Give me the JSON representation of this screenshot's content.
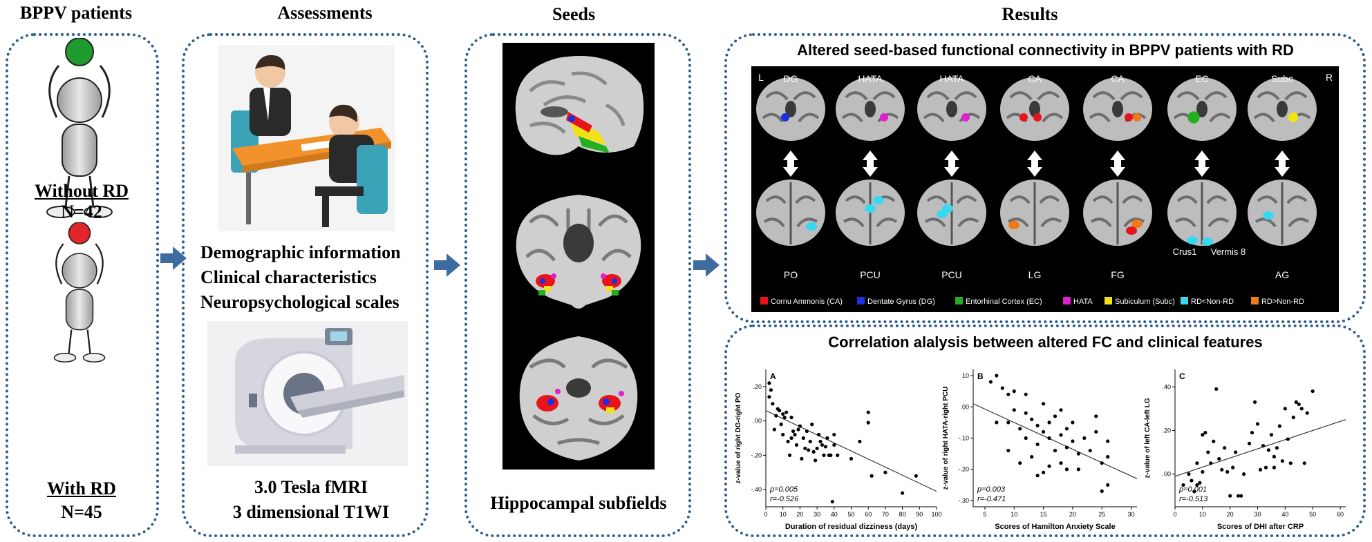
{
  "sections": {
    "bppv": "BPPV patients",
    "assessments": "Assessments",
    "seeds": "Seeds",
    "results": "Results"
  },
  "groups": {
    "without": {
      "label": "Without  RD",
      "n": "N=42",
      "head_color": "#1e9a2e"
    },
    "with": {
      "label": "With  RD",
      "n": "N=45",
      "head_color": "#e0262a"
    }
  },
  "assessments": {
    "lines": [
      "Demographic information",
      "Clinical characteristics",
      "Neuropsychological scales"
    ],
    "mri_lines": [
      "3.0 Tesla fMRI",
      "3 dimensional  T1WI"
    ]
  },
  "seeds": {
    "caption": "Hippocampal  subfields"
  },
  "results": {
    "fc_title": "Altered seed-based functional connectivity in BPPV patients with RD",
    "side_left": "L",
    "side_right": "R",
    "seed_labels": [
      "DG",
      "HATA",
      "HATA",
      "CA",
      "CA",
      "EC",
      "Subc"
    ],
    "target_labels": [
      "PO",
      "PCU",
      "PCU",
      "LG",
      "FG",
      "AG"
    ],
    "extra_labels": {
      "crus": "Crus1",
      "vermis": "Vermis 8"
    },
    "legend": [
      {
        "label": "Cornu Ammonis (CA)",
        "color": "#e8141c"
      },
      {
        "label": "Dentate Gyrus (DG)",
        "color": "#1a2fe0"
      },
      {
        "label": "Entorhinal Cortex (EC)",
        "color": "#22b020"
      },
      {
        "label": "HATA",
        "color": "#e020d0"
      },
      {
        "label": "Subiculum (Subc)",
        "color": "#f2e21a"
      },
      {
        "label": "RD<Non-RD",
        "color": "#38d8f0"
      },
      {
        "label": "RD>Non-RD",
        "color": "#f07a18"
      }
    ],
    "corr_title": "Correlation alalysis between altered FC and clinical  features"
  },
  "chart_data": [
    {
      "type": "scatter",
      "panel": "A",
      "xlabel": "Duration of residual dizziness (days)",
      "ylabel": "z-value of right DG-right PO",
      "xlim": [
        0,
        100
      ],
      "ylim": [
        -0.5,
        0.3
      ],
      "xticks": [
        "0",
        "10",
        "20",
        "30",
        "40",
        "50",
        "60",
        "70",
        "80",
        "90",
        "100"
      ],
      "yticks": [
        ".20",
        ".00",
        "-.20",
        "-.40"
      ],
      "stat_p": "p=0.005",
      "stat_r": "r=-0.526",
      "fit": [
        [
          0,
          0.06
        ],
        [
          100,
          -0.41
        ]
      ],
      "points": [
        [
          2,
          0.22
        ],
        [
          3,
          0.18
        ],
        [
          4,
          0.1
        ],
        [
          5,
          -0.05
        ],
        [
          6,
          0.03
        ],
        [
          7,
          0.07
        ],
        [
          8,
          0.06
        ],
        [
          9,
          -0.02
        ],
        [
          10,
          0.04
        ],
        [
          10,
          -0.08
        ],
        [
          11,
          0.02
        ],
        [
          12,
          0.05
        ],
        [
          13,
          -0.12
        ],
        [
          14,
          -0.2
        ],
        [
          15,
          -0.1
        ],
        [
          15,
          0.02
        ],
        [
          16,
          -0.06
        ],
        [
          17,
          -0.08
        ],
        [
          18,
          -0.14
        ],
        [
          19,
          -0.05
        ],
        [
          20,
          -0.03
        ],
        [
          21,
          -0.22
        ],
        [
          22,
          -0.1
        ],
        [
          23,
          -0.16
        ],
        [
          24,
          -0.06
        ],
        [
          25,
          -0.17
        ],
        [
          26,
          -0.12
        ],
        [
          27,
          -0.02
        ],
        [
          28,
          -0.18
        ],
        [
          29,
          -0.23
        ],
        [
          30,
          -0.16
        ],
        [
          31,
          -0.08
        ],
        [
          32,
          -0.12
        ],
        [
          33,
          -0.14
        ],
        [
          34,
          -0.2
        ],
        [
          35,
          -0.15
        ],
        [
          36,
          -0.1
        ],
        [
          37,
          -0.2
        ],
        [
          38,
          -0.2
        ],
        [
          39,
          -0.47
        ],
        [
          40,
          -0.08
        ],
        [
          40,
          -0.14
        ],
        [
          42,
          -0.2
        ],
        [
          50,
          -0.22
        ],
        [
          55,
          -0.12
        ],
        [
          60,
          -0.01
        ],
        [
          60,
          0.05
        ],
        [
          62,
          -0.32
        ],
        [
          70,
          -0.3
        ],
        [
          80,
          -0.42
        ],
        [
          88,
          -0.32
        ],
        [
          2,
          0.14
        ]
      ]
    },
    {
      "type": "scatter",
      "panel": "B",
      "xlabel": "Scores of Hamilton Anxiety Scale",
      "ylabel": "z-value of right HATA-right PCU",
      "xlim": [
        3,
        31
      ],
      "ylim": [
        -0.32,
        0.12
      ],
      "xticks": [
        "5",
        "10",
        "15",
        "20",
        "25",
        "30"
      ],
      "yticks": [
        "10",
        ".00",
        "-.10",
        "-.20",
        "-.30"
      ],
      "stat_p": "p=0.003",
      "stat_r": "r=-0.471",
      "fit": [
        [
          3,
          0.01
        ],
        [
          31,
          -0.23
        ]
      ],
      "points": [
        [
          6,
          0.08
        ],
        [
          7,
          0.1
        ],
        [
          7,
          -0.05
        ],
        [
          8,
          0.06
        ],
        [
          9,
          0.04
        ],
        [
          9,
          -0.14
        ],
        [
          10,
          0.05
        ],
        [
          10,
          -0.01
        ],
        [
          11,
          -0.07
        ],
        [
          12,
          0.04
        ],
        [
          12,
          -0.02
        ],
        [
          12,
          -0.1
        ],
        [
          13,
          -0.04
        ],
        [
          13,
          -0.16
        ],
        [
          14,
          -0.06
        ],
        [
          14,
          -0.12
        ],
        [
          15,
          0.01
        ],
        [
          15,
          -0.08
        ],
        [
          15,
          -0.21
        ],
        [
          16,
          -0.05
        ],
        [
          16,
          -0.1
        ],
        [
          17,
          -0.03
        ],
        [
          17,
          -0.14
        ],
        [
          18,
          -0.01
        ],
        [
          18,
          -0.09
        ],
        [
          18,
          -0.18
        ],
        [
          19,
          -0.07
        ],
        [
          19,
          -0.13
        ],
        [
          20,
          -0.05
        ],
        [
          20,
          -0.11
        ],
        [
          21,
          -0.15
        ],
        [
          21,
          -0.2
        ],
        [
          22,
          -0.1
        ],
        [
          23,
          -0.14
        ],
        [
          24,
          -0.03
        ],
        [
          24,
          -0.08
        ],
        [
          25,
          -0.18
        ],
        [
          25,
          -0.27
        ],
        [
          26,
          -0.11
        ],
        [
          26,
          -0.16
        ],
        [
          14,
          -0.22
        ],
        [
          16,
          -0.19
        ],
        [
          11,
          -0.18
        ],
        [
          19,
          -0.2
        ],
        [
          9,
          -0.05
        ],
        [
          26,
          -0.25
        ]
      ]
    },
    {
      "type": "scatter",
      "panel": "C",
      "xlabel": "Scores of DHI after CRP",
      "ylabel": "z-value of left CA-left LG",
      "xlim": [
        0,
        62
      ],
      "ylim": [
        -0.15,
        0.48
      ],
      "xticks": [
        "0",
        "10",
        "20",
        "30",
        "40",
        "50",
        "60"
      ],
      "yticks": [
        ".40",
        ".20",
        ".00"
      ],
      "stat_p": "p=0.001",
      "stat_r": "r=-0.513",
      "fit": [
        [
          0,
          -0.01
        ],
        [
          62,
          0.25
        ]
      ],
      "points": [
        [
          3,
          -0.05
        ],
        [
          5,
          0.0
        ],
        [
          6,
          -0.03
        ],
        [
          7,
          -0.08
        ],
        [
          8,
          0.05
        ],
        [
          9,
          -0.04
        ],
        [
          10,
          0.01
        ],
        [
          10,
          0.18
        ],
        [
          11,
          0.19
        ],
        [
          12,
          0.1
        ],
        [
          13,
          0.05
        ],
        [
          14,
          0.15
        ],
        [
          15,
          0.39
        ],
        [
          16,
          0.07
        ],
        [
          17,
          0.02
        ],
        [
          18,
          0.12
        ],
        [
          19,
          0.01
        ],
        [
          20,
          -0.1
        ],
        [
          21,
          0.03
        ],
        [
          22,
          0.1
        ],
        [
          23,
          -0.1
        ],
        [
          24,
          -0.1
        ],
        [
          25,
          0.0
        ],
        [
          27,
          0.14
        ],
        [
          28,
          0.19
        ],
        [
          29,
          0.33
        ],
        [
          30,
          0.23
        ],
        [
          31,
          0.02
        ],
        [
          32,
          0.13
        ],
        [
          33,
          0.03
        ],
        [
          34,
          0.11
        ],
        [
          35,
          0.18
        ],
        [
          36,
          0.08
        ],
        [
          37,
          0.12
        ],
        [
          38,
          0.22
        ],
        [
          39,
          0.06
        ],
        [
          40,
          0.3
        ],
        [
          41,
          0.16
        ],
        [
          42,
          0.05
        ],
        [
          43,
          0.26
        ],
        [
          44,
          0.33
        ],
        [
          45,
          0.32
        ],
        [
          46,
          0.3
        ],
        [
          47,
          0.05
        ],
        [
          48,
          0.28
        ],
        [
          50,
          0.38
        ],
        [
          8,
          -0.05
        ],
        [
          36,
          0.03
        ]
      ]
    }
  ]
}
